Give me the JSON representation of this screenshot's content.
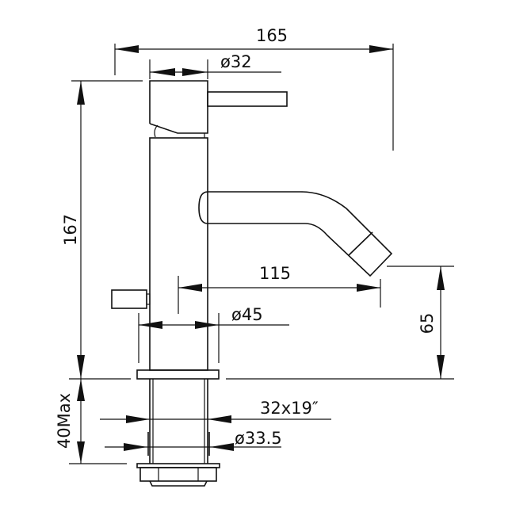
{
  "title": "Basin mixer technical drawing",
  "dimensions": {
    "overall_width": "165",
    "handle_diameter": "ø32",
    "overall_height": "167",
    "spout_reach": "115",
    "body_diameter": "ø45",
    "spout_height": "65",
    "max_deck_thickness": "40Max",
    "thread": "32x19″",
    "shank_diameter": "ø33.5"
  },
  "colors": {
    "line": "#111111",
    "background": "#ffffff"
  }
}
